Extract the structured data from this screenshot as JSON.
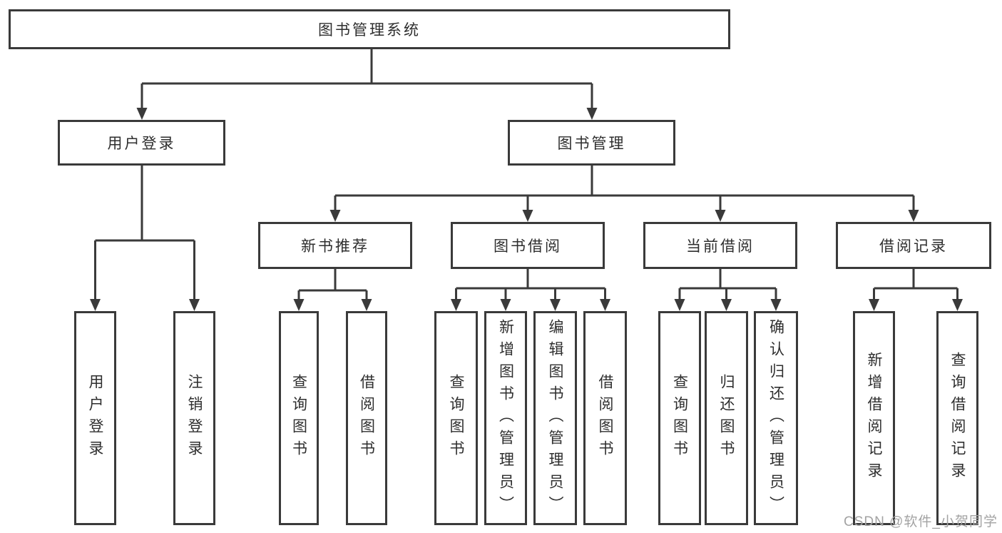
{
  "diagram": {
    "title": "图书管理系统",
    "type": "hierarchy-tree",
    "colors": {
      "line": "#3a3a3a",
      "box_border": "#3a3a3a",
      "text": "#2e2e2e",
      "background": "#ffffff",
      "watermark": "#a3a3a3"
    },
    "nodes": {
      "root": "图书管理系统",
      "user_login": "用户登录",
      "book_management": "图书管理",
      "new_book_recommend": "新书推荐",
      "book_borrowing": "图书借阅",
      "current_borrowing": "当前借阅",
      "borrow_records": "借阅记录",
      "login": "用户登录",
      "logout": "注销登录",
      "query_books_a": "查询图书",
      "borrow_books_a": "借阅图书",
      "query_books_b": "查询图书",
      "add_books_admin": "新增图书（管理员）",
      "edit_books_admin": "编辑图书（管理员）",
      "borrow_books_b": "借阅图书",
      "query_books_c": "查询图书",
      "return_books": "归还图书",
      "confirm_return_admin": "确认归还（管理员）",
      "add_borrow_record": "新增借阅记录",
      "query_borrow_record": "查询借阅记录"
    },
    "edges": [
      [
        "root",
        "user_login"
      ],
      [
        "root",
        "book_management"
      ],
      [
        "user_login",
        "login"
      ],
      [
        "user_login",
        "logout"
      ],
      [
        "book_management",
        "new_book_recommend"
      ],
      [
        "book_management",
        "book_borrowing"
      ],
      [
        "book_management",
        "current_borrowing"
      ],
      [
        "book_management",
        "borrow_records"
      ],
      [
        "new_book_recommend",
        "query_books_a"
      ],
      [
        "new_book_recommend",
        "borrow_books_a"
      ],
      [
        "book_borrowing",
        "query_books_b"
      ],
      [
        "book_borrowing",
        "add_books_admin"
      ],
      [
        "book_borrowing",
        "edit_books_admin"
      ],
      [
        "book_borrowing",
        "borrow_books_b"
      ],
      [
        "current_borrowing",
        "query_books_c"
      ],
      [
        "current_borrowing",
        "return_books"
      ],
      [
        "current_borrowing",
        "confirm_return_admin"
      ],
      [
        "borrow_records",
        "add_borrow_record"
      ],
      [
        "borrow_records",
        "query_borrow_record"
      ]
    ],
    "watermark": "CSDN @软件_小贺同学"
  }
}
